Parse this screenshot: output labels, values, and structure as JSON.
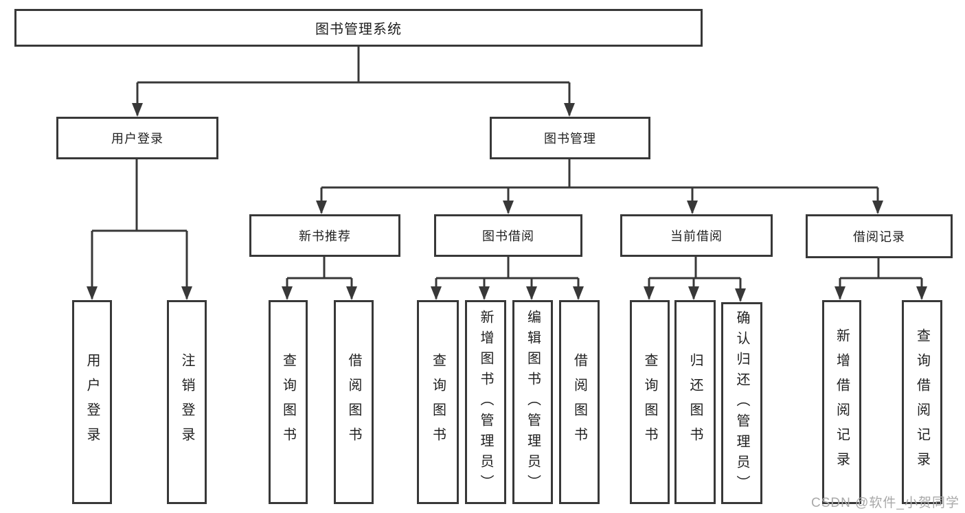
{
  "colors": {
    "background": "#ffffff",
    "line": "#383838",
    "text": "#1f1f1f",
    "watermark": "#a9a9a9"
  },
  "watermark": "CSDN @软件_小贺同学",
  "tree": {
    "label": "图书管理系统",
    "children": [
      {
        "label": "用户登录",
        "children": [
          {
            "label": "用户登录"
          },
          {
            "label": "注销登录"
          }
        ]
      },
      {
        "label": "图书管理",
        "children": [
          {
            "label": "新书推荐",
            "children": [
              {
                "label": "查询图书"
              },
              {
                "label": "借阅图书"
              }
            ]
          },
          {
            "label": "图书借阅",
            "children": [
              {
                "label": "查询图书"
              },
              {
                "label": "新增图书（管理员）"
              },
              {
                "label": "编辑图书（管理员）"
              },
              {
                "label": "借阅图书"
              }
            ]
          },
          {
            "label": "当前借阅",
            "children": [
              {
                "label": "查询图书"
              },
              {
                "label": "归还图书"
              },
              {
                "label": "确认归还（管理员）"
              }
            ]
          },
          {
            "label": "借阅记录",
            "children": [
              {
                "label": "新增借阅记录"
              },
              {
                "label": "查询借阅记录"
              }
            ]
          }
        ]
      }
    ]
  }
}
